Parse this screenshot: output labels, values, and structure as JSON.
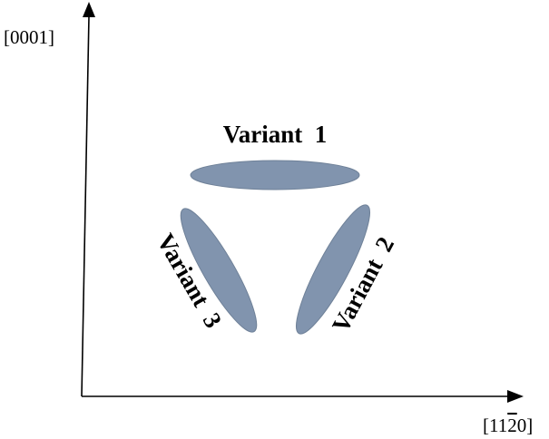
{
  "axes": {
    "y_label": "[0001]",
    "x_label_prefix": "[11",
    "x_label_overlined": "2",
    "x_label_suffix": "0]",
    "color": "#000000"
  },
  "variants": [
    {
      "label": "Variant  1"
    },
    {
      "label": "Variant  2"
    },
    {
      "label": "Variant  3"
    }
  ],
  "ellipse_fill": "#8194AE",
  "ellipse_stroke": "#6F8198"
}
